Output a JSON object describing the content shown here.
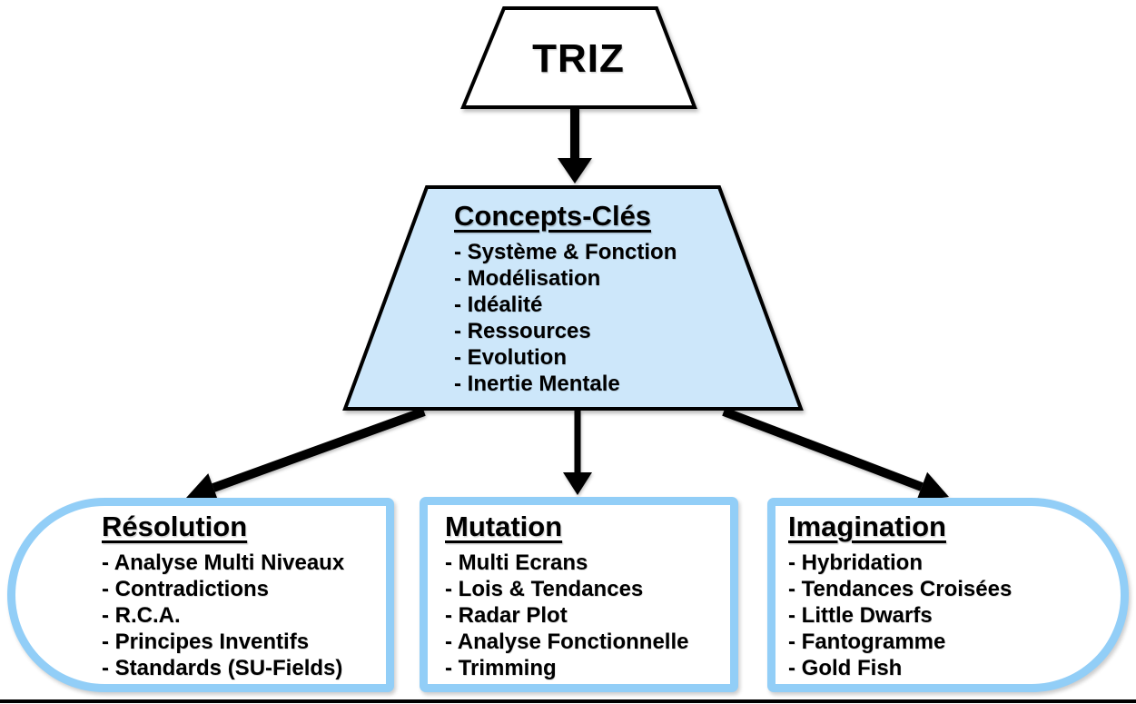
{
  "diagram": {
    "root": {
      "label": "TRIZ"
    },
    "concepts": {
      "title": "Concepts-Clés",
      "items": [
        "- Système & Fonction",
        "- Modélisation",
        "- Idéalité",
        "- Ressources",
        "- Evolution",
        "- Inertie Mentale"
      ]
    },
    "branches": [
      {
        "title": "Résolution",
        "items": [
          "- Analyse Multi Niveaux",
          "- Contradictions",
          "- R.C.A.",
          "- Principes Inventifs",
          "- Standards (SU-Fields)"
        ]
      },
      {
        "title": "Mutation",
        "items": [
          "- Multi Ecrans",
          "- Lois & Tendances",
          "- Radar Plot",
          "- Analyse Fonctionnelle",
          "- Trimming"
        ]
      },
      {
        "title": "Imagination",
        "items": [
          "- Hybridation",
          "- Tendances Croisées",
          "- Little Dwarfs",
          "- Fantogramme",
          "- Gold Fish"
        ]
      }
    ],
    "colors": {
      "accent_blue": "#92CEF7",
      "shape_fill": "#CDE7FA",
      "ink": "#000000"
    }
  }
}
